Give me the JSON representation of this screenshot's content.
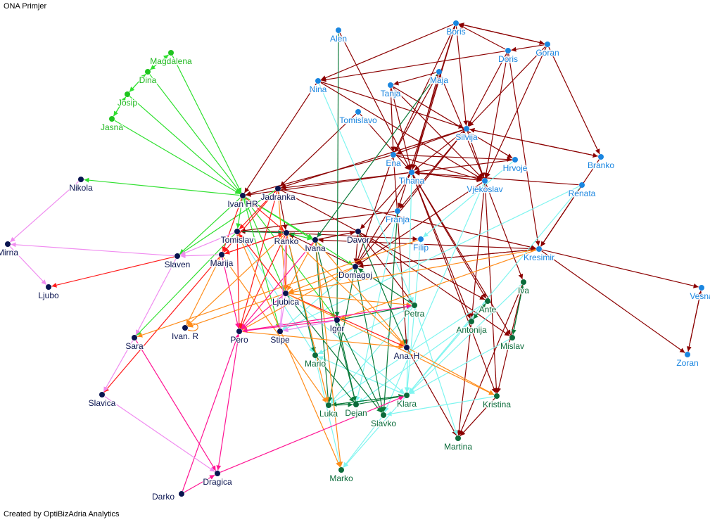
{
  "title": "ONA Primjer",
  "footer": "Created by OptiBizAdria Analytics",
  "palette": {
    "dr": "#8b0000",
    "cy": "#7ff5f0",
    "dg": "#0b7a3a",
    "lg": "#2fe02f",
    "rd": "#ff1a1a",
    "or": "#ff8c1a",
    "mg": "#ff1493",
    "vi": "#f08cf0"
  },
  "group_colors": {
    "blue": {
      "node": "#1a86e0",
      "label": "#1a86e0"
    },
    "navy": {
      "node": "#0a1450",
      "label": "#0a1450"
    },
    "green": {
      "node": "#0b6b3a",
      "label": "#0b6b3a"
    },
    "lime": {
      "node": "#1fc41f",
      "label": "#1fb81f"
    }
  },
  "nodes": [
    {
      "id": "Alen",
      "group": "blue"
    },
    {
      "id": "Boris",
      "group": "blue"
    },
    {
      "id": "Goran",
      "group": "blue"
    },
    {
      "id": "Doris",
      "group": "blue"
    },
    {
      "id": "Maja",
      "group": "blue"
    },
    {
      "id": "Nina",
      "group": "blue"
    },
    {
      "id": "Tanja",
      "group": "blue"
    },
    {
      "id": "Tomislavo",
      "group": "blue"
    },
    {
      "id": "Silvija",
      "group": "blue"
    },
    {
      "id": "Branko",
      "group": "blue"
    },
    {
      "id": "Hrvoje",
      "group": "blue"
    },
    {
      "id": "Ena",
      "group": "blue"
    },
    {
      "id": "Tihana",
      "group": "blue"
    },
    {
      "id": "Vjekoslav",
      "group": "blue"
    },
    {
      "id": "Renata",
      "group": "blue"
    },
    {
      "id": "Franja",
      "group": "blue"
    },
    {
      "id": "Filip",
      "group": "blue"
    },
    {
      "id": "Kresimir",
      "group": "blue"
    },
    {
      "id": "Vesna",
      "group": "blue"
    },
    {
      "id": "Zoran",
      "group": "blue"
    },
    {
      "id": "Magdalena",
      "group": "lime"
    },
    {
      "id": "Dina",
      "group": "lime"
    },
    {
      "id": "Josip",
      "group": "lime"
    },
    {
      "id": "Jasna",
      "group": "lime"
    },
    {
      "id": "Nikola",
      "group": "navy"
    },
    {
      "id": "Ivan HR",
      "group": "navy"
    },
    {
      "id": "Jadranka",
      "group": "navy"
    },
    {
      "id": "Mirna",
      "group": "navy"
    },
    {
      "id": "Ljubo",
      "group": "navy"
    },
    {
      "id": "Tomislav",
      "group": "navy"
    },
    {
      "id": "Ranko",
      "group": "navy"
    },
    {
      "id": "Ivana",
      "group": "navy"
    },
    {
      "id": "Davor",
      "group": "navy"
    },
    {
      "id": "Slaven",
      "group": "navy"
    },
    {
      "id": "Marija",
      "group": "navy"
    },
    {
      "id": "Domagoj",
      "group": "navy"
    },
    {
      "id": "Ljubica",
      "group": "navy"
    },
    {
      "id": "Sara",
      "group": "navy"
    },
    {
      "id": "Ivan. R",
      "group": "navy"
    },
    {
      "id": "Pero",
      "group": "navy"
    },
    {
      "id": "Stipe",
      "group": "navy"
    },
    {
      "id": "Igor",
      "group": "navy"
    },
    {
      "id": "Ana. H",
      "group": "navy"
    },
    {
      "id": "Slavica",
      "group": "navy"
    },
    {
      "id": "Darko",
      "group": "navy"
    },
    {
      "id": "Dragica",
      "group": "navy"
    },
    {
      "id": "Iva",
      "group": "green"
    },
    {
      "id": "Ante",
      "group": "green"
    },
    {
      "id": "Petra",
      "group": "green"
    },
    {
      "id": "Antonija",
      "group": "green"
    },
    {
      "id": "Mislav",
      "group": "green"
    },
    {
      "id": "Mario",
      "group": "green"
    },
    {
      "id": "Luka",
      "group": "green"
    },
    {
      "id": "Dejan",
      "group": "green"
    },
    {
      "id": "Klara",
      "group": "green"
    },
    {
      "id": "Slavko",
      "group": "green"
    },
    {
      "id": "Kristina",
      "group": "green"
    },
    {
      "id": "Martina",
      "group": "green"
    },
    {
      "id": "Marko",
      "group": "green"
    }
  ],
  "edges": [
    [
      "Boris",
      "Goran",
      "dr"
    ],
    [
      "Goran",
      "Boris",
      "dr"
    ],
    [
      "Doris",
      "Boris",
      "dr"
    ],
    [
      "Goran",
      "Doris",
      "dr"
    ],
    [
      "Boris",
      "Nina",
      "dr"
    ],
    [
      "Doris",
      "Nina",
      "dr"
    ],
    [
      "Maja",
      "Tanja",
      "dr"
    ],
    [
      "Boris",
      "Tihana",
      "dr"
    ],
    [
      "Boris",
      "Ena",
      "dr"
    ],
    [
      "Boris",
      "Silvija",
      "dr"
    ],
    [
      "Doris",
      "Silvija",
      "dr"
    ],
    [
      "Goran",
      "Silvija",
      "dr"
    ],
    [
      "Goran",
      "Vjekoslav",
      "dr"
    ],
    [
      "Doris",
      "Vjekoslav",
      "dr"
    ],
    [
      "Goran",
      "Branko",
      "dr"
    ],
    [
      "Doris",
      "Kresimir",
      "dr"
    ],
    [
      "Silvija",
      "Branko",
      "dr"
    ],
    [
      "Branko",
      "Silvija",
      "dr"
    ],
    [
      "Maja",
      "Vjekoslav",
      "dr"
    ],
    [
      "Maja",
      "Tihana",
      "dr"
    ],
    [
      "Tanja",
      "Tihana",
      "dr"
    ],
    [
      "Tanja",
      "Ena",
      "dr"
    ],
    [
      "Tanja",
      "Hrvoje",
      "dr"
    ],
    [
      "Nina",
      "Silvija",
      "dr"
    ],
    [
      "Nina",
      "Vjekoslav",
      "dr"
    ],
    [
      "Nina",
      "Ivan HR",
      "dr"
    ],
    [
      "Tomislavo",
      "Tihana",
      "dr"
    ],
    [
      "Tomislavo",
      "Jadranka",
      "dr"
    ],
    [
      "Silvija",
      "Ena",
      "dr"
    ],
    [
      "Silvija",
      "Tihana",
      "dr"
    ],
    [
      "Silvija",
      "Vjekoslav",
      "dr"
    ],
    [
      "Ena",
      "Hrvoje",
      "dr"
    ],
    [
      "Ena",
      "Vjekoslav",
      "dr"
    ],
    [
      "Tihana",
      "Vjekoslav",
      "dr"
    ],
    [
      "Vjekoslav",
      "Tihana",
      "dr"
    ],
    [
      "Hrvoje",
      "Tihana",
      "dr"
    ],
    [
      "Renata",
      "Tihana",
      "dr"
    ],
    [
      "Renata",
      "Kresimir",
      "dr"
    ],
    [
      "Branko",
      "Kresimir",
      "dr"
    ],
    [
      "Kresimir",
      "Vesna",
      "dr"
    ],
    [
      "Kresimir",
      "Zoran",
      "dr"
    ],
    [
      "Vesna",
      "Zoran",
      "dr"
    ],
    [
      "Zoran",
      "Vesna",
      "dr"
    ],
    [
      "Tihana",
      "Jadranka",
      "dr"
    ],
    [
      "Ena",
      "Ivan HR",
      "dr"
    ],
    [
      "Silvija",
      "Jadranka",
      "dr"
    ],
    [
      "Tihana",
      "Davor",
      "dr"
    ],
    [
      "Ena",
      "Domagoj",
      "dr"
    ],
    [
      "Tihana",
      "Domagoj",
      "dr"
    ],
    [
      "Vjekoslav",
      "Domagoj",
      "dr"
    ],
    [
      "Silvija",
      "Domagoj",
      "dr"
    ],
    [
      "Davor",
      "Domagoj",
      "dr"
    ],
    [
      "Jadranka",
      "Ranko",
      "dr"
    ],
    [
      "Jadranka",
      "Kresimir",
      "dr"
    ],
    [
      "Davor",
      "Tomislav",
      "dr"
    ],
    [
      "Kresimir",
      "Domagoj",
      "dr"
    ],
    [
      "Vjekoslav",
      "Iva",
      "dr"
    ],
    [
      "Vjekoslav",
      "Kristina",
      "dr"
    ],
    [
      "Iva",
      "Kristina",
      "dr"
    ],
    [
      "Iva",
      "Martina",
      "dr"
    ],
    [
      "Kristina",
      "Martina",
      "dr"
    ],
    [
      "Antonija",
      "Martina",
      "dr"
    ],
    [
      "Tihana",
      "Antonija",
      "dr"
    ],
    [
      "Ena",
      "Ana. H",
      "dr"
    ],
    [
      "Ranko",
      "Filip",
      "dr"
    ],
    [
      "Domagoj",
      "Kresimir",
      "dr"
    ],
    [
      "Franja",
      "Tomislav",
      "dr"
    ],
    [
      "Tihana",
      "Mislav",
      "dr"
    ],
    [
      "Davor",
      "Petra",
      "dr"
    ],
    [
      "Ana. H",
      "Martina",
      "dr"
    ],
    [
      "Tihana",
      "Ante",
      "dr"
    ],
    [
      "Kresimir",
      "Ivana",
      "dr"
    ],
    [
      "Silvija",
      "Franja",
      "dr"
    ],
    [
      "Jadranka",
      "Ante",
      "dr"
    ],
    [
      "Alen",
      "Tihana",
      "dr"
    ],
    [
      "Maja",
      "Ena",
      "dr"
    ],
    [
      "Boris",
      "Franja",
      "dr"
    ],
    [
      "Tanja",
      "Vjekoslav",
      "dr"
    ],
    [
      "Tihana",
      "Kristina",
      "dr"
    ],
    [
      "Vjekoslav",
      "Antonija",
      "dr"
    ],
    [
      "Davor",
      "Mislav",
      "dr"
    ],
    [
      "Ivana",
      "Davor",
      "dr"
    ],
    [
      "Domagoj",
      "Ranko",
      "dr"
    ],
    [
      "Tihana",
      "Ivan HR",
      "dr"
    ],
    [
      "Nina",
      "Petra",
      "cy"
    ],
    [
      "Renata",
      "Klara",
      "cy"
    ],
    [
      "Iva",
      "Klara",
      "cy"
    ],
    [
      "Ante",
      "Luka",
      "cy"
    ],
    [
      "Petra",
      "Mario",
      "cy"
    ],
    [
      "Petra",
      "Stipe",
      "cy"
    ],
    [
      "Petra",
      "Luka",
      "cy"
    ],
    [
      "Klara",
      "Mario",
      "cy"
    ],
    [
      "Klara",
      "Marko",
      "cy"
    ],
    [
      "Slavko",
      "Marko",
      "cy"
    ],
    [
      "Franja",
      "Dejan",
      "cy"
    ],
    [
      "Antonija",
      "Dejan",
      "cy"
    ],
    [
      "Mislav",
      "Klara",
      "cy"
    ],
    [
      "Petra",
      "Martina",
      "cy"
    ],
    [
      "Ljubica",
      "Klara",
      "cy"
    ],
    [
      "Tihana",
      "Klara",
      "cy"
    ],
    [
      "Vjekoslav",
      "Slavko",
      "cy"
    ],
    [
      "Domagoj",
      "Stipe",
      "cy"
    ],
    [
      "Hrvoje",
      "Filip",
      "cy"
    ],
    [
      "Ante",
      "Klara",
      "cy"
    ],
    [
      "Kristina",
      "Slavko",
      "cy"
    ],
    [
      "Tomislav",
      "Mario",
      "cy"
    ],
    [
      "Ranko",
      "Marko",
      "cy"
    ],
    [
      "Filip",
      "Klara",
      "cy"
    ],
    [
      "Renata",
      "Stipe",
      "cy"
    ],
    [
      "Alen",
      "Igor",
      "dg"
    ],
    [
      "Ivana",
      "Dejan",
      "dg"
    ],
    [
      "Ivana",
      "Luka",
      "dg"
    ],
    [
      "Domagoj",
      "Slavko",
      "dg"
    ],
    [
      "Igor",
      "Slavko",
      "dg"
    ],
    [
      "Igor",
      "Dejan",
      "dg"
    ],
    [
      "Luka",
      "Dejan",
      "dg"
    ],
    [
      "Dejan",
      "Klara",
      "dg"
    ],
    [
      "Luka",
      "Klara",
      "dg"
    ],
    [
      "Klara",
      "Luka",
      "dg"
    ],
    [
      "Maja",
      "Ivana",
      "dg"
    ],
    [
      "Petra",
      "Igor",
      "dg"
    ],
    [
      "Davor",
      "Ana. H",
      "dg"
    ],
    [
      "Domagoj",
      "Luka",
      "dg"
    ],
    [
      "Ranko",
      "Mario",
      "dg"
    ],
    [
      "Ante",
      "Antonija",
      "dg"
    ],
    [
      "Iva",
      "Mislav",
      "dg"
    ],
    [
      "Antonija",
      "Ante",
      "dg"
    ],
    [
      "Ivana",
      "Ranko",
      "dg"
    ],
    [
      "Mario",
      "Dejan",
      "dg"
    ],
    [
      "Ljubica",
      "Slavko",
      "dg"
    ],
    [
      "Petra",
      "Domagoj",
      "dg"
    ],
    [
      "Franja",
      "Slavko",
      "dg"
    ],
    [
      "Mislav",
      "Iva",
      "dg"
    ],
    [
      "Tomislav",
      "Ranko",
      "dg"
    ],
    [
      "Magdalena",
      "Dina",
      "lg"
    ],
    [
      "Dina",
      "Magdalena",
      "lg"
    ],
    [
      "Dina",
      "Josip",
      "lg"
    ],
    [
      "Josip",
      "Dina",
      "lg"
    ],
    [
      "Josip",
      "Jasna",
      "lg"
    ],
    [
      "Jasna",
      "Josip",
      "lg"
    ],
    [
      "Magdalena",
      "Ivan HR",
      "lg"
    ],
    [
      "Dina",
      "Ivan HR",
      "lg"
    ],
    [
      "Josip",
      "Ivan HR",
      "lg"
    ],
    [
      "Jasna",
      "Ivan HR",
      "lg"
    ],
    [
      "Ivan HR",
      "Nikola",
      "lg"
    ],
    [
      "Ivan HR",
      "Slaven",
      "lg"
    ],
    [
      "Ivan HR",
      "Tomislav",
      "lg"
    ],
    [
      "Ivan HR",
      "Ivana",
      "lg"
    ],
    [
      "Ivan HR",
      "Ljubica",
      "lg"
    ],
    [
      "Ivan HR",
      "Domagoj",
      "lg"
    ],
    [
      "Tomislav",
      "Sara",
      "lg"
    ],
    [
      "Jadranka",
      "Slaven",
      "lg"
    ],
    [
      "Ivan HR",
      "Stipe",
      "lg"
    ],
    [
      "Ranko",
      "Ivana",
      "lg"
    ],
    [
      "Ivan HR",
      "Igor",
      "lg"
    ],
    [
      "Slaven",
      "Ljubo",
      "rd"
    ],
    [
      "Jadranka",
      "Tomislav",
      "rd"
    ],
    [
      "Jadranka",
      "Marija",
      "rd"
    ],
    [
      "Ranko",
      "Marija",
      "rd"
    ],
    [
      "Ivan HR",
      "Ranko",
      "rd"
    ],
    [
      "Ljubica",
      "Ranko",
      "rd"
    ],
    [
      "Marija",
      "Ranko",
      "rd"
    ],
    [
      "Tomislav",
      "Pero",
      "rd"
    ],
    [
      "Ranko",
      "Pero",
      "rd"
    ],
    [
      "Marija",
      "Slavica",
      "rd"
    ],
    [
      "Ljubica",
      "Ana. H",
      "rd"
    ],
    [
      "Ljubica",
      "Tomislav",
      "rd"
    ],
    [
      "Ivan HR",
      "Marija",
      "rd"
    ],
    [
      "Ranko",
      "Ljubica",
      "rd"
    ],
    [
      "Jadranka",
      "Pero",
      "rd"
    ],
    [
      "Ranko",
      "Ivan. R",
      "or"
    ],
    [
      "Ljubica",
      "Ivan. R",
      "or"
    ],
    [
      "Filip",
      "Sara",
      "or"
    ],
    [
      "Kresimir",
      "Ljubica",
      "or"
    ],
    [
      "Ljubica",
      "Kristina",
      "or"
    ],
    [
      "Ivana",
      "Ana. H",
      "or"
    ],
    [
      "Ranko",
      "Ana. H",
      "or"
    ],
    [
      "Ivana",
      "Ljubica",
      "or"
    ],
    [
      "Tomislav",
      "Marko",
      "or"
    ],
    [
      "Ranko",
      "Luka",
      "or"
    ],
    [
      "Ivana",
      "Marko",
      "or"
    ],
    [
      "Pero",
      "Ana. H",
      "or"
    ],
    [
      "Ljubica",
      "Petra",
      "or"
    ],
    [
      "Ana. H",
      "Kristina",
      "or"
    ],
    [
      "Domagoj",
      "Ljubica",
      "or"
    ],
    [
      "Jadranka",
      "Ljubica",
      "or"
    ],
    [
      "Marija",
      "Luka",
      "or"
    ],
    [
      "Kresimir",
      "Igor",
      "or"
    ],
    [
      "Domagoj",
      "Pero",
      "or"
    ],
    [
      "Marija",
      "Ivan. R",
      "or"
    ],
    [
      "Darko",
      "Dragica",
      "mg"
    ],
    [
      "Dragica",
      "Klara",
      "mg"
    ],
    [
      "Darko",
      "Pero",
      "mg"
    ],
    [
      "Pero",
      "Dragica",
      "mg"
    ],
    [
      "Ljubica",
      "Pero",
      "mg"
    ],
    [
      "Pero",
      "Petra",
      "mg"
    ],
    [
      "Marija",
      "Pero",
      "mg"
    ],
    [
      "Igor",
      "Pero",
      "mg"
    ],
    [
      "Sara",
      "Dragica",
      "mg"
    ],
    [
      "Ivana",
      "Pero",
      "mg"
    ],
    [
      "Nikola",
      "Mirna",
      "vi"
    ],
    [
      "Mirna",
      "Ljubo",
      "vi"
    ],
    [
      "Slaven",
      "Mirna",
      "vi"
    ],
    [
      "Sara",
      "Slavica",
      "vi"
    ],
    [
      "Slavica",
      "Dragica",
      "vi"
    ],
    [
      "Tomislav",
      "Slaven",
      "vi"
    ],
    [
      "Marija",
      "Slaven",
      "vi"
    ],
    [
      "Ranko",
      "Stipe",
      "vi"
    ],
    [
      "Igor",
      "Stipe",
      "vi"
    ],
    [
      "Ljubica",
      "Stipe",
      "vi"
    ],
    [
      "Slaven",
      "Sara",
      "vi"
    ]
  ]
}
